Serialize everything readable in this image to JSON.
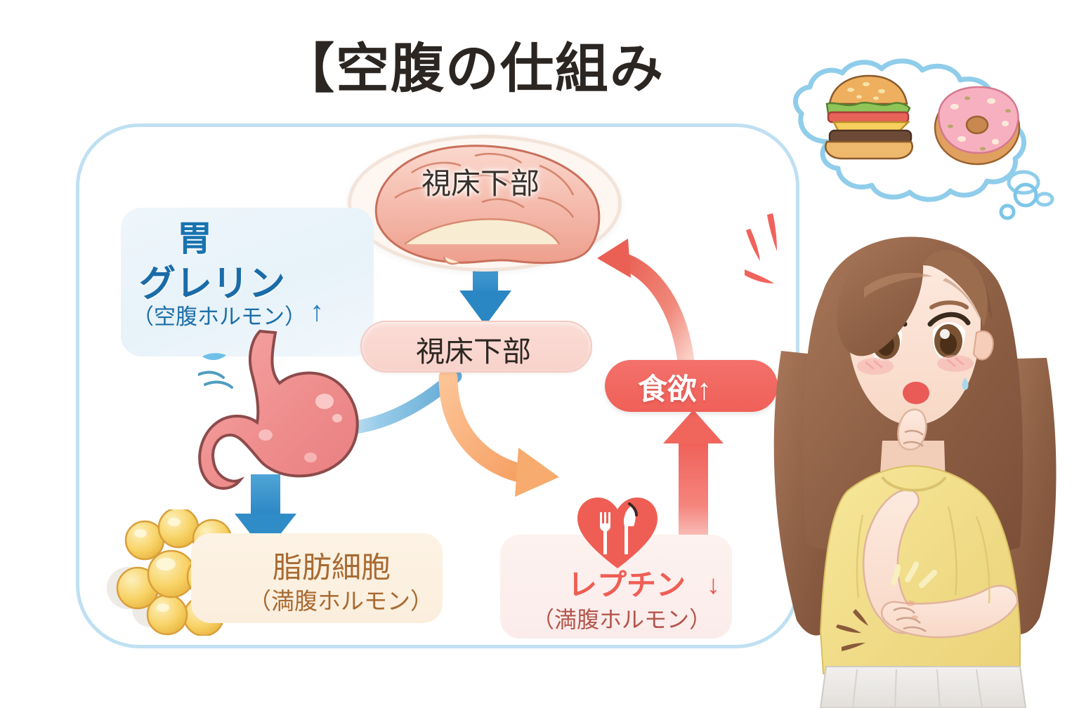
{
  "title": "【空腹の仕組み",
  "frame": {
    "border_color": "#bfe0f2"
  },
  "colors": {
    "blue": "#2b8fcd",
    "blue_text": "#1a6ca8",
    "orange": "#f7ab6e",
    "red": "#ef5e54",
    "brown_text": "#a86a31",
    "pink_pill": "#f8d2cb",
    "brain_fill": "#f6c3b6",
    "fat_yellow": "#f7d268",
    "shirt_yellow": "#f2de8c",
    "hair_brown": "#9a6a4a"
  },
  "nodes": {
    "stomach_label": "胃",
    "ghrelin": "グレリン",
    "ghrelin_sub": "（空腹ホルモン）",
    "ghrelin_arrow": "↑",
    "brain_label": "視床下部",
    "hypothalamus_pill": "視床下部",
    "appetite_pill": "食欲↑",
    "fat_cell": "脂肪細胞",
    "fat_cell_sub": "（満腹ホルモン）",
    "leptin": "レプチン",
    "leptin_arrow": "↓",
    "leptin_sub": "（満腹ホルモン）"
  },
  "icons": {
    "brain": "brain-icon",
    "stomach": "stomach-icon",
    "fat_cells": "fat-cell-cluster-icon",
    "heart_cutlery": "heart-fork-knife-icon",
    "burger": "hamburger-icon",
    "donut": "donut-icon",
    "thought_bubble": "thought-bubble-icon",
    "character": "anime-girl-character",
    "blue_curve_arrow": "blue-curved-arrow-icon",
    "blue_down_arrow": "blue-down-arrow-icon",
    "blue_fat_arrow": "blue-down-arrow-to-fat-icon",
    "orange_curve_arrow": "orange-curved-arrow-icon",
    "red_up_arrow": "red-up-arrow-icon",
    "red_curve_arrow": "red-curved-arrow-icon",
    "stomach_motion": "motion-lines-icon",
    "tummy_rumble": "rumble-lines-icon",
    "emphasis_marks": "emphasis-marks-icon"
  },
  "chart_data": {
    "type": "diagram",
    "title": "【空腹の仕組み",
    "description": "Flow diagram of the hunger mechanism",
    "nodes": [
      {
        "id": "stomach",
        "label": "胃 / グレリン（空腹ホルモン）↑",
        "color": "#1a6ca8"
      },
      {
        "id": "brain",
        "label": "視床下部",
        "color": "#3a322c"
      },
      {
        "id": "hypothalamus",
        "label": "視床下部",
        "color": "#2d2722"
      },
      {
        "id": "fat",
        "label": "脂肪細胞（満腹ホルモン）",
        "color": "#a86a31"
      },
      {
        "id": "leptin",
        "label": "レプチン（満腹ホルモン）↓",
        "color": "#ef5e54"
      },
      {
        "id": "appetite",
        "label": "食欲↑",
        "color": "#ffffff"
      }
    ],
    "edges": [
      {
        "from": "stomach",
        "to": "brain",
        "color": "#2b8fcd",
        "style": "curved-arrow"
      },
      {
        "from": "brain",
        "to": "hypothalamus",
        "color": "#4ca3d4",
        "style": "straight-arrow"
      },
      {
        "from": "stomach",
        "to": "fat",
        "color": "#4ca3d4",
        "style": "straight-arrow"
      },
      {
        "from": "hypothalamus",
        "to": "leptin",
        "color": "#f7ab6e",
        "style": "curved-arrow"
      },
      {
        "from": "leptin",
        "to": "appetite",
        "color": "#ef6058",
        "style": "straight-arrow"
      },
      {
        "from": "appetite",
        "to": "brain",
        "color": "#ec6258",
        "style": "curved-arrow"
      }
    ]
  }
}
